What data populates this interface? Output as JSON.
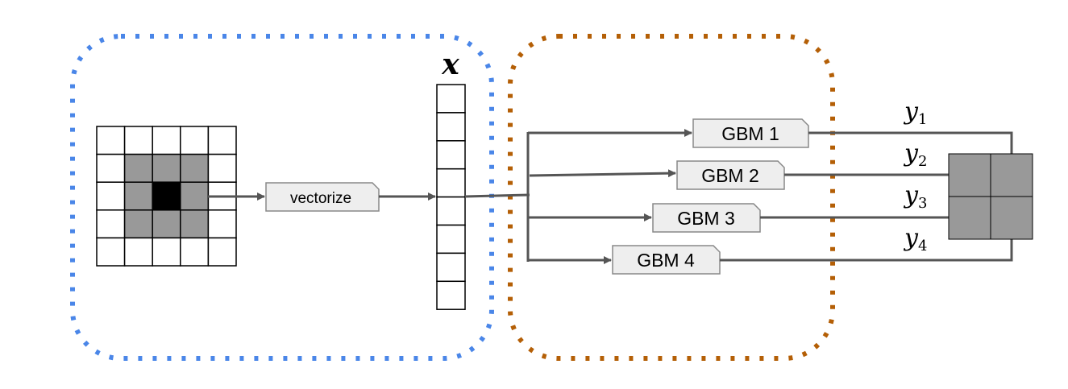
{
  "diagram": {
    "vectorize_label": "vectorize",
    "vector_label": "x",
    "gbm_labels": [
      "GBM 1",
      "GBM 2",
      "GBM 3",
      "GBM 4"
    ],
    "output_label_base": "y",
    "output_subscripts": [
      "1",
      "2",
      "3",
      "4"
    ]
  },
  "colors": {
    "blue_region": "#4a86e8",
    "orange_region": "#b45f06",
    "line": "#555555",
    "box_fill": "#eeeeee",
    "box_stroke": "#888888",
    "cell_gray": "#999999",
    "cell_center": "#000000",
    "grid_stroke": "#000000"
  }
}
